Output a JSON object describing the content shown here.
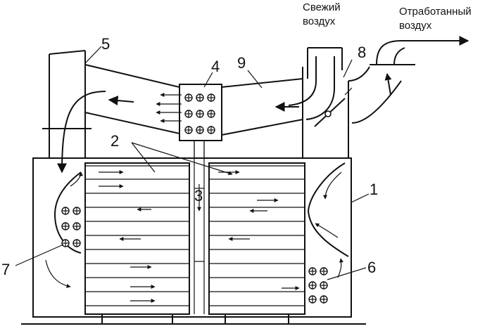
{
  "labels": {
    "fresh_air_line1": "Свежий",
    "fresh_air_line2": "воздух",
    "exhaust_air_line1": "Отработанный",
    "exhaust_air_line2": "воздух"
  },
  "callouts": {
    "n1": "1",
    "n2": "2",
    "n3": "3",
    "n4": "4",
    "n5": "5",
    "n6": "6",
    "n7": "7",
    "n8": "8",
    "n9": "9"
  }
}
